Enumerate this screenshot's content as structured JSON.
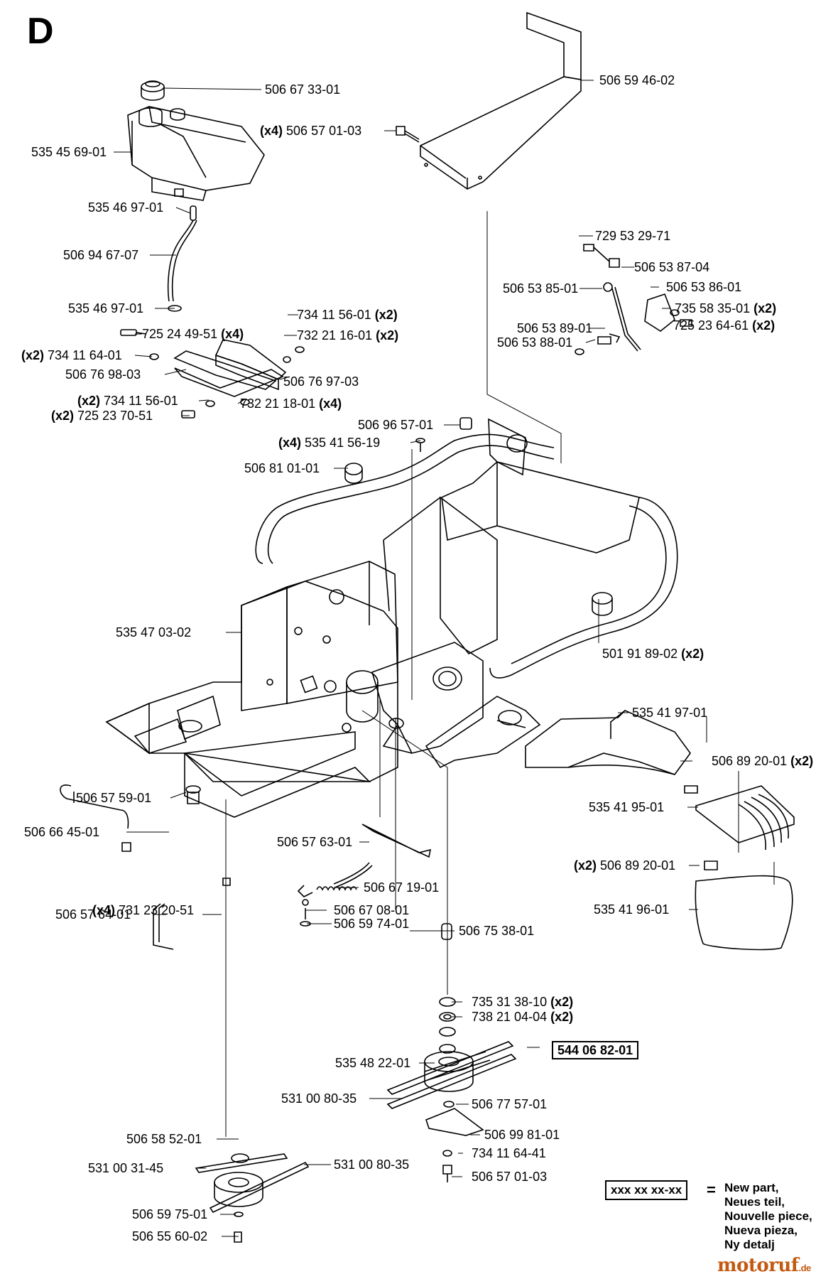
{
  "section_letter": "D",
  "labels": [
    {
      "id": "p1",
      "pre": "",
      "text": "506 67 33-01",
      "post": ""
    },
    {
      "id": "p2",
      "pre": "",
      "text": "535 45 69-01",
      "post": ""
    },
    {
      "id": "p3",
      "pre": "",
      "text": "535 46 97-01",
      "post": ""
    },
    {
      "id": "p4",
      "pre": "",
      "text": "506 94 67-07",
      "post": ""
    },
    {
      "id": "p5",
      "pre": "",
      "text": "535 46 97-01",
      "post": ""
    },
    {
      "id": "p6",
      "pre": "",
      "text": "725 24 49-51",
      "post": "(x4)"
    },
    {
      "id": "p7",
      "pre": "(x2)",
      "text": "734 11 64-01",
      "post": ""
    },
    {
      "id": "p8",
      "pre": "",
      "text": "506 76 98-03",
      "post": ""
    },
    {
      "id": "p9",
      "pre": "",
      "text": "734 11 56-01",
      "post": "(x2)"
    },
    {
      "id": "p10",
      "pre": "",
      "text": "732 21 16-01",
      "post": "(x2)"
    },
    {
      "id": "p11",
      "pre": "",
      "text": "506 76 97-03",
      "post": ""
    },
    {
      "id": "p12",
      "pre": "(x2)",
      "text": "734 11 56-01",
      "post": ""
    },
    {
      "id": "p13",
      "pre": "(x2)",
      "text": "725 23 70-51",
      "post": ""
    },
    {
      "id": "p14",
      "pre": "",
      "text": "732 21 18-01",
      "post": "(x4)"
    },
    {
      "id": "p15",
      "pre": "(x4)",
      "text": "506 57 01-03",
      "post": ""
    },
    {
      "id": "p16",
      "pre": "",
      "text": "506 59 46-02",
      "post": ""
    },
    {
      "id": "p17",
      "pre": "",
      "text": "729 53 29-71",
      "post": ""
    },
    {
      "id": "p18",
      "pre": "",
      "text": "506 53 87-04",
      "post": ""
    },
    {
      "id": "p19",
      "pre": "",
      "text": "506 53 85-01",
      "post": ""
    },
    {
      "id": "p20",
      "pre": "",
      "text": "506 53 86-01",
      "post": ""
    },
    {
      "id": "p21",
      "pre": "",
      "text": "735 58 35-01",
      "post": "(x2)"
    },
    {
      "id": "p22",
      "pre": "",
      "text": "506 53 89-01",
      "post": ""
    },
    {
      "id": "p23",
      "pre": "",
      "text": "725 23 64-61",
      "post": "(x2)"
    },
    {
      "id": "p24",
      "pre": "",
      "text": "506 53 88-01",
      "post": ""
    },
    {
      "id": "p25",
      "pre": "",
      "text": "506 96 57-01",
      "post": ""
    },
    {
      "id": "p26",
      "pre": "(x4)",
      "text": "535 41 56-19",
      "post": ""
    },
    {
      "id": "p27",
      "pre": "",
      "text": "506 81 01-01",
      "post": ""
    },
    {
      "id": "p28",
      "pre": "",
      "text": "535 47 03-02",
      "post": ""
    },
    {
      "id": "p29",
      "pre": "",
      "text": "501 91 89-02",
      "post": "(x2)"
    },
    {
      "id": "p30",
      "pre": "",
      "text": "535 41 97-01",
      "post": ""
    },
    {
      "id": "p31",
      "pre": "",
      "text": "506 89 20-01",
      "post": "(x2)"
    },
    {
      "id": "p32",
      "pre": "",
      "text": "535 41 95-01",
      "post": ""
    },
    {
      "id": "p33",
      "pre": "",
      "text": "506 57 59-01",
      "post": ""
    },
    {
      "id": "p34",
      "pre": "",
      "text": "506 66 45-01",
      "post": ""
    },
    {
      "id": "p35",
      "pre": "",
      "text": "506 57 63-01",
      "post": ""
    },
    {
      "id": "p36",
      "pre": "(x2)",
      "text": "506 89 20-01",
      "post": ""
    },
    {
      "id": "p37",
      "pre": "",
      "text": "506 67 19-01",
      "post": ""
    },
    {
      "id": "p38",
      "pre": "(x4)",
      "text": "731 23 20-51",
      "post": ""
    },
    {
      "id": "p39",
      "pre": "",
      "text": "535 41 96-01",
      "post": ""
    },
    {
      "id": "p40",
      "pre": "",
      "text": "506 67 08-01",
      "post": ""
    },
    {
      "id": "p41",
      "pre": "",
      "text": "506 57 64-01",
      "post": ""
    },
    {
      "id": "p42",
      "pre": "",
      "text": "506 59 74-01",
      "post": ""
    },
    {
      "id": "p43",
      "pre": "",
      "text": "506 75 38-01",
      "post": ""
    },
    {
      "id": "p44",
      "pre": "",
      "text": "735 31 38-10",
      "post": "(x2)"
    },
    {
      "id": "p45",
      "pre": "",
      "text": "738 21 04-04",
      "post": "(x2)"
    },
    {
      "id": "p46",
      "pre": "",
      "text": "535 48 22-01",
      "post": ""
    },
    {
      "id": "p47",
      "pre": "",
      "text": "531 00 80-35",
      "post": ""
    },
    {
      "id": "p48",
      "pre": "",
      "text": "506 77 57-01",
      "post": ""
    },
    {
      "id": "p49",
      "pre": "",
      "text": "506 99 81-01",
      "post": ""
    },
    {
      "id": "p50",
      "pre": "",
      "text": "506 58 52-01",
      "post": ""
    },
    {
      "id": "p51",
      "pre": "",
      "text": "734 11 64-41",
      "post": ""
    },
    {
      "id": "p52",
      "pre": "",
      "text": "531 00 31-45",
      "post": ""
    },
    {
      "id": "p53",
      "pre": "",
      "text": "531 00 80-35",
      "post": ""
    },
    {
      "id": "p54",
      "pre": "",
      "text": "506 57 01-03",
      "post": ""
    },
    {
      "id": "p55",
      "pre": "",
      "text": "506 59 75-01",
      "post": ""
    },
    {
      "id": "p56",
      "pre": "",
      "text": "506 55 60-02",
      "post": ""
    }
  ],
  "highlighted_part": "544 06 82-01",
  "legend": {
    "box_text": "xxx xx xx-xx",
    "equals": "=",
    "lines": [
      "New part,",
      "Neues teil,",
      "Nouvelle piece,",
      "Nueva pieza,",
      "Ny detalj"
    ]
  },
  "watermark": {
    "brand": "motoruf",
    "tld": ".de",
    "color": "#c45a12"
  }
}
